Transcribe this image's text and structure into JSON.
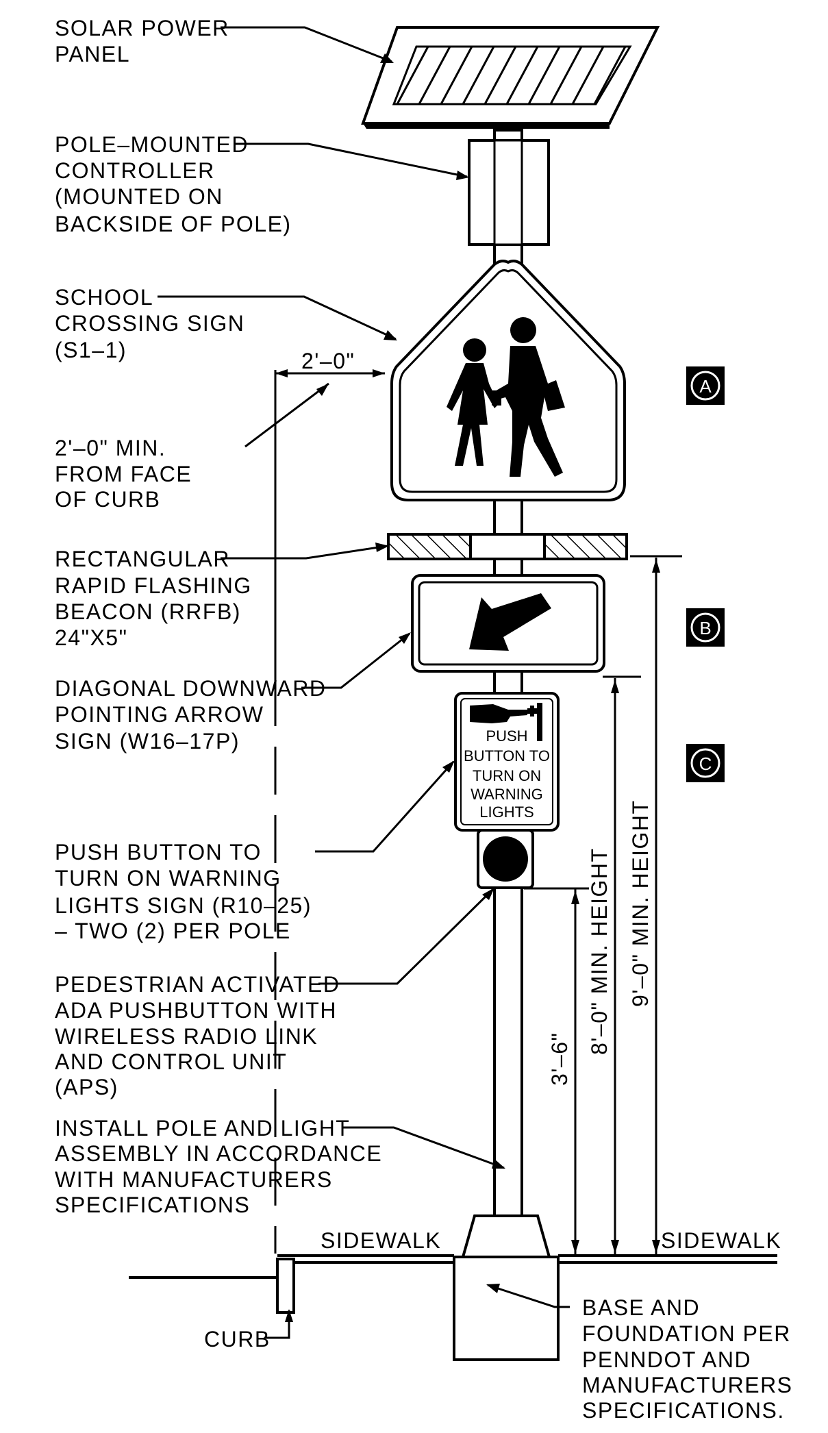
{
  "labels": {
    "solar_panel": [
      "SOLAR POWER",
      "PANEL"
    ],
    "controller": [
      "POLE–MOUNTED",
      "CONTROLLER",
      "(MOUNTED ON",
      "BACKSIDE OF POLE)"
    ],
    "school_sign": [
      "SCHOOL",
      "CROSSING SIGN",
      "(S1–1)"
    ],
    "offset_dim": "2'–0\"",
    "offset_note": [
      "2'–0\" MIN.",
      "FROM FACE",
      "OF CURB"
    ],
    "rrfb": [
      "RECTANGULAR",
      "RAPID FLASHING",
      "BEACON (RRFB)",
      "24\"X5\""
    ],
    "arrow_sign": [
      "DIAGONAL DOWNWARD",
      "POINTING ARROW",
      "SIGN (W16–17P)"
    ],
    "push_sign": [
      "PUSH BUTTON TO",
      "TURN ON WARNING",
      "LIGHTS SIGN (R10–25)",
      "– TWO (2) PER POLE"
    ],
    "aps": [
      "PEDESTRIAN ACTIVATED",
      "ADA PUSHBUTTON WITH",
      "WIRELESS RADIO LINK",
      "AND CONTROL UNIT",
      "(APS)"
    ],
    "install": [
      "INSTALL POLE AND LIGHT",
      "ASSEMBLY IN ACCORDANCE",
      "WITH MANUFACTURERS",
      "SPECIFICATIONS"
    ],
    "sidewalk_left": "SIDEWALK",
    "sidewalk_right": "SIDEWALK",
    "curb": "CURB",
    "base": [
      "BASE AND",
      "FOUNDATION PER",
      "PENNDOT AND",
      "MANUFACTURERS",
      "SPECIFICATIONS."
    ],
    "dim_3_6": "3'–6\"",
    "dim_8_0": "8'–0\" MIN. HEIGHT",
    "dim_9_0": "9'–0\" MIN. HEIGHT"
  },
  "push_sign_text": [
    "PUSH",
    "BUTTON TO",
    "TURN ON",
    "WARNING",
    "LIGHTS"
  ],
  "callouts": [
    "A",
    "B",
    "C"
  ]
}
